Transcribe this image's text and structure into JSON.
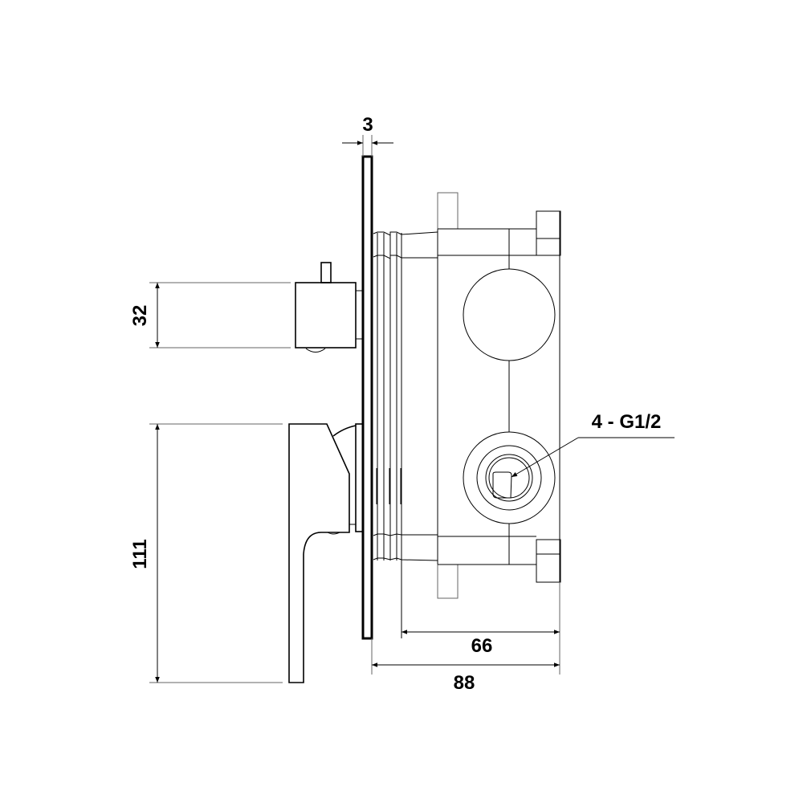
{
  "drawing": {
    "dimensions": {
      "plate_thickness": "3",
      "handle_height": "32",
      "lever_height": "111",
      "body_depth": "66",
      "total_depth": "88"
    },
    "callout": "4 - G1/2"
  }
}
